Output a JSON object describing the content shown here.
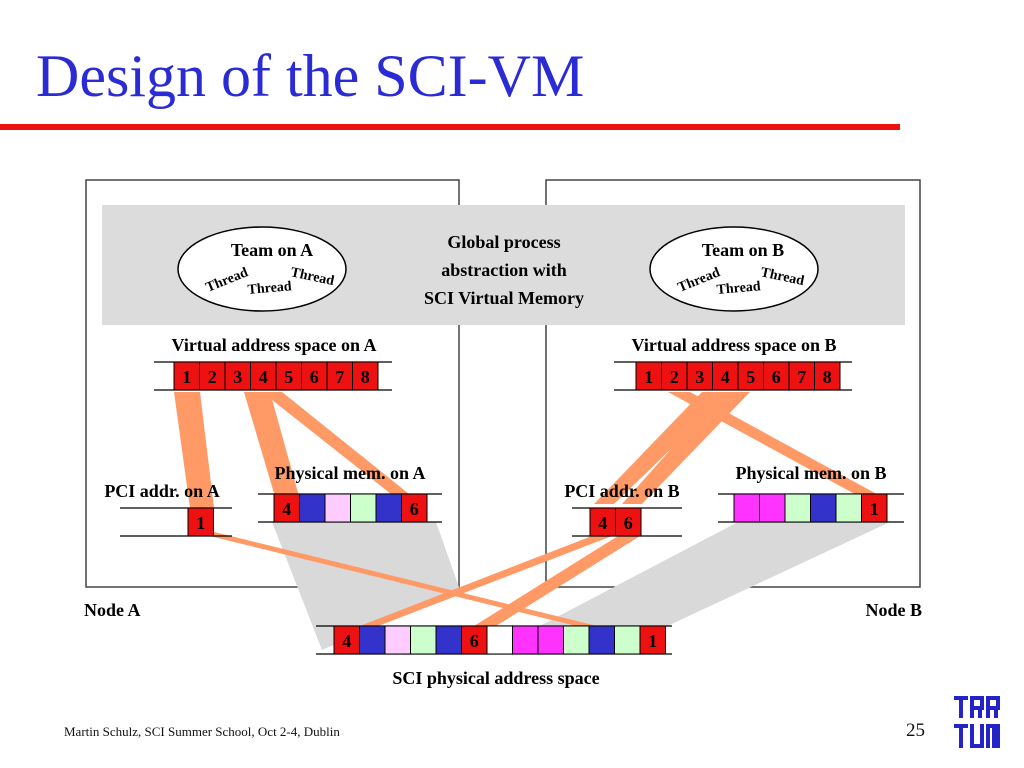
{
  "title": "Design of the SCI-VM",
  "footer": "Martin Schulz, SCI Summer School, Oct 2-4, Dublin",
  "page_number": "25",
  "global_box": [
    "Global process",
    "abstraction with",
    "SCI Virtual Memory"
  ],
  "team_a": {
    "label": "Team on A",
    "threads": [
      "Thread",
      "Thread",
      "Thread"
    ]
  },
  "team_b": {
    "label": "Team on B",
    "threads": [
      "Thread",
      "Thread",
      "Thread"
    ]
  },
  "node_a": {
    "label": "Node A",
    "virtual_label": "Virtual address space on A",
    "virtual_cells": [
      "1",
      "2",
      "3",
      "4",
      "5",
      "6",
      "7",
      "8"
    ],
    "pci_label": "PCI addr. on A",
    "pci_cells": [
      "1"
    ],
    "phys_label": "Physical mem. on A",
    "phys_cells": [
      "4",
      "",
      "",
      "",
      "",
      "6"
    ]
  },
  "node_b": {
    "label": "Node B",
    "virtual_label": "Virtual address space on B",
    "virtual_cells": [
      "1",
      "2",
      "3",
      "4",
      "5",
      "6",
      "7",
      "8"
    ],
    "pci_label": "PCI addr. on B",
    "pci_cells": [
      "4",
      "6"
    ],
    "phys_label": "Physical mem. on B",
    "phys_cells": [
      "",
      "",
      "",
      "",
      "",
      "1"
    ]
  },
  "sci": {
    "label": "SCI physical address space",
    "cells": [
      "4",
      "",
      "",
      "",
      "",
      "6",
      "",
      "",
      "",
      "",
      "",
      "",
      "1"
    ]
  },
  "colors": {
    "title": "#2b2bd6",
    "rule": "#ee1111",
    "red": "#ee1111",
    "blue": "#3333cc",
    "pink": "#ffccff",
    "lightgreen": "#ccffcc",
    "magenta": "#ff33ff",
    "white": "#ffffff",
    "band": "#ff9966",
    "gray": "#d9d9d9"
  }
}
